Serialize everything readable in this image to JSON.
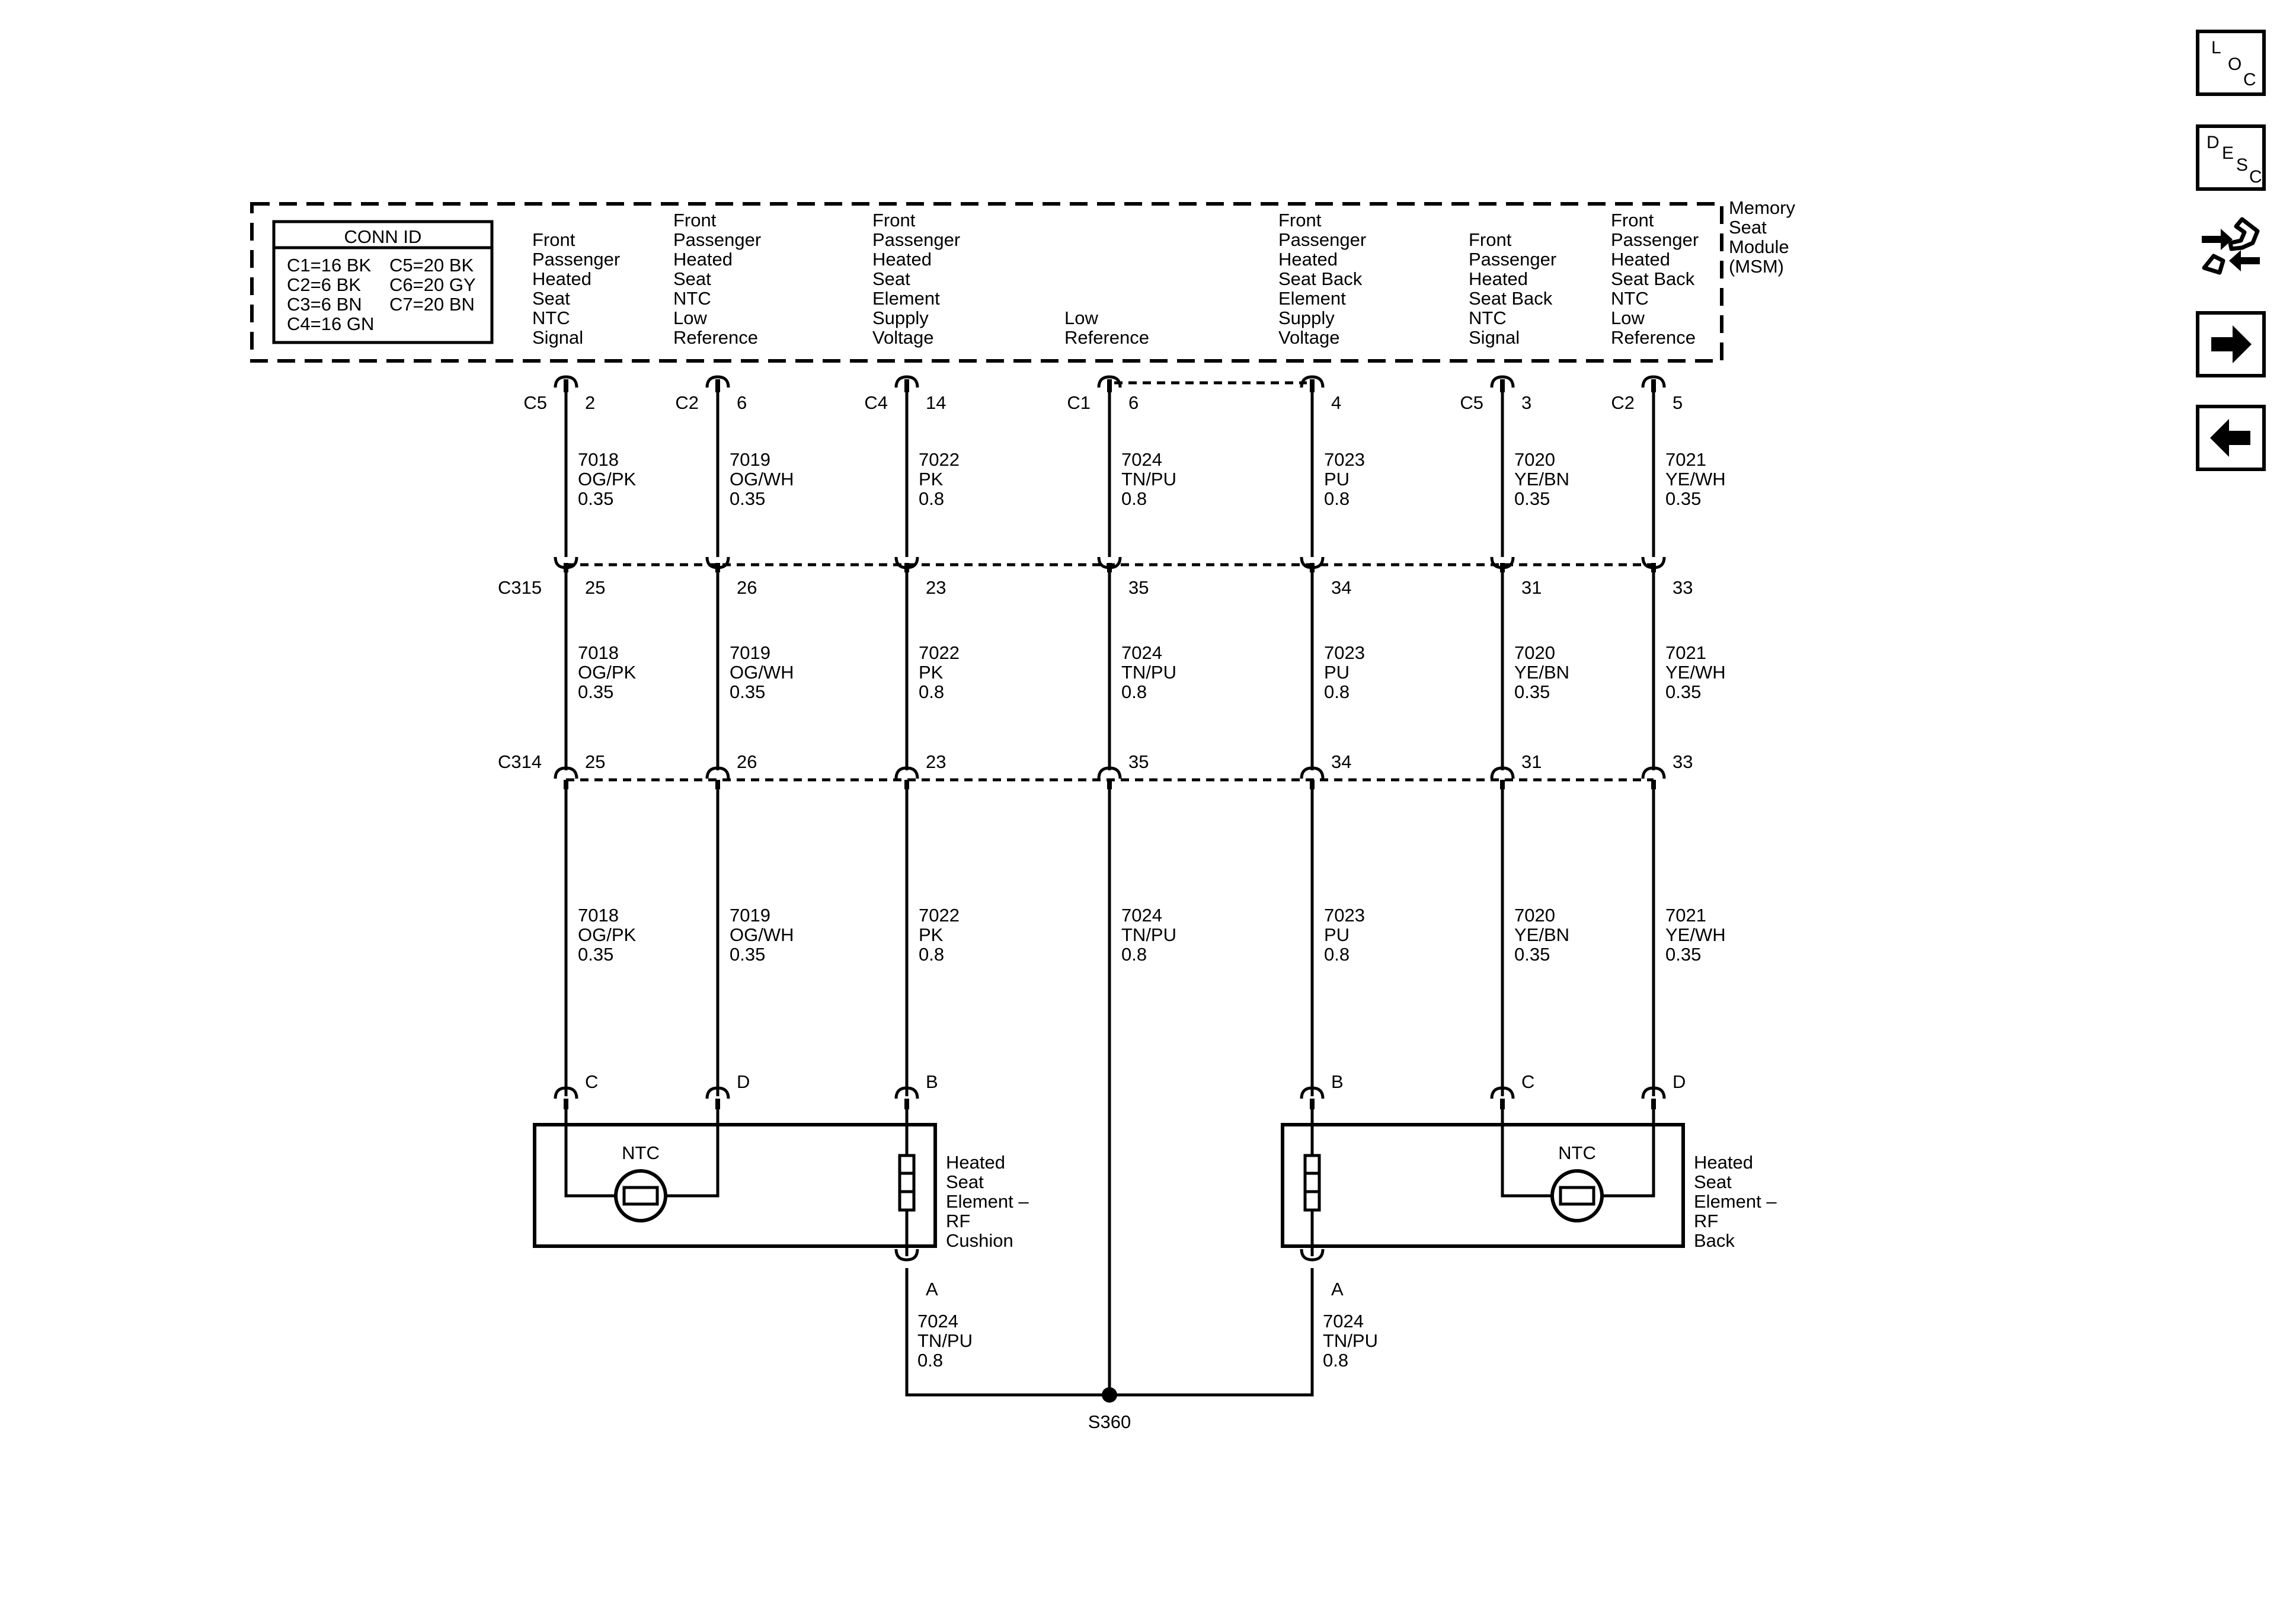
{
  "module": {
    "name_lines": [
      "Memory",
      "Seat",
      "Module",
      "(MSM)"
    ]
  },
  "conn_id": {
    "title": "CONN ID",
    "rows": [
      [
        "C1=16 BK",
        "C5=20 BK"
      ],
      [
        "C2=6 BK",
        "C6=20 GY"
      ],
      [
        "C3=6 BN",
        "C7=20 BN"
      ],
      [
        "C4=16 GN",
        ""
      ]
    ]
  },
  "circuits": [
    {
      "label_lines": [
        "Front",
        "Passenger",
        "Heated",
        "Seat",
        "NTC",
        "Signal"
      ],
      "module_conn": "C5",
      "module_pin": "2",
      "circuit": "7018",
      "color": "OG/PK",
      "size": "0.35",
      "c315_pin": "25",
      "c314_pin": "25",
      "end_pin": "C"
    },
    {
      "label_lines": [
        "Front",
        "Passenger",
        "Heated",
        "Seat",
        "NTC",
        "Low",
        "Reference"
      ],
      "module_conn": "C2",
      "module_pin": "6",
      "circuit": "7019",
      "color": "OG/WH",
      "size": "0.35",
      "c315_pin": "26",
      "c314_pin": "26",
      "end_pin": "D"
    },
    {
      "label_lines": [
        "Front",
        "Passenger",
        "Heated",
        "Seat",
        "Element",
        "Supply",
        "Voltage"
      ],
      "module_conn": "C4",
      "module_pin": "14",
      "circuit": "7022",
      "color": "PK",
      "size": "0.8",
      "c315_pin": "23",
      "c314_pin": "23",
      "end_pin": "B"
    },
    {
      "label_lines": [
        "Low",
        "Reference"
      ],
      "module_conn": "C1",
      "module_pin": "6",
      "circuit": "7024",
      "color": "TN/PU",
      "size": "0.8",
      "c315_pin": "35",
      "c314_pin": "35",
      "end_pin": ""
    },
    {
      "label_lines": [
        "Front",
        "Passenger",
        "Heated",
        "Seat Back",
        "Element",
        "Supply",
        "Voltage"
      ],
      "module_conn": "",
      "module_pin": "4",
      "circuit": "7023",
      "color": "PU",
      "size": "0.8",
      "c315_pin": "34",
      "c314_pin": "34",
      "end_pin": "B"
    },
    {
      "label_lines": [
        "Front",
        "Passenger",
        "Heated",
        "Seat Back",
        "NTC",
        "Signal"
      ],
      "module_conn": "C5",
      "module_pin": "3",
      "circuit": "7020",
      "color": "YE/BN",
      "size": "0.35",
      "c315_pin": "31",
      "c314_pin": "31",
      "end_pin": "C"
    },
    {
      "label_lines": [
        "Front",
        "Passenger",
        "Heated",
        "Seat Back",
        "NTC",
        "Low",
        "Reference"
      ],
      "module_conn": "C2",
      "module_pin": "5",
      "circuit": "7021",
      "color": "YE/WH",
      "size": "0.35",
      "c315_pin": "33",
      "c314_pin": "33",
      "end_pin": "D"
    }
  ],
  "inline_connectors": {
    "c315": "C315",
    "c314": "C314"
  },
  "components": [
    {
      "ntc_label": "NTC",
      "name_lines": [
        "Heated",
        "Seat",
        "Element –",
        "RF",
        "Cushion"
      ],
      "ground_pin": "A",
      "ground_circuit": "7024",
      "ground_color": "TN/PU",
      "ground_size": "0.8"
    },
    {
      "ntc_label": "NTC",
      "name_lines": [
        "Heated",
        "Seat",
        "Element –",
        "RF",
        "Back"
      ],
      "ground_pin": "A",
      "ground_circuit": "7024",
      "ground_color": "TN/PU",
      "ground_size": "0.8"
    }
  ],
  "splice": "S360",
  "nav": {
    "loc": [
      "L",
      "O",
      "C"
    ],
    "desc": [
      "D",
      "E",
      "S",
      "C"
    ],
    "icons": [
      "loc-icon",
      "desc-icon",
      "connector-end-view-icon",
      "next-arrow-icon",
      "previous-arrow-icon"
    ]
  }
}
